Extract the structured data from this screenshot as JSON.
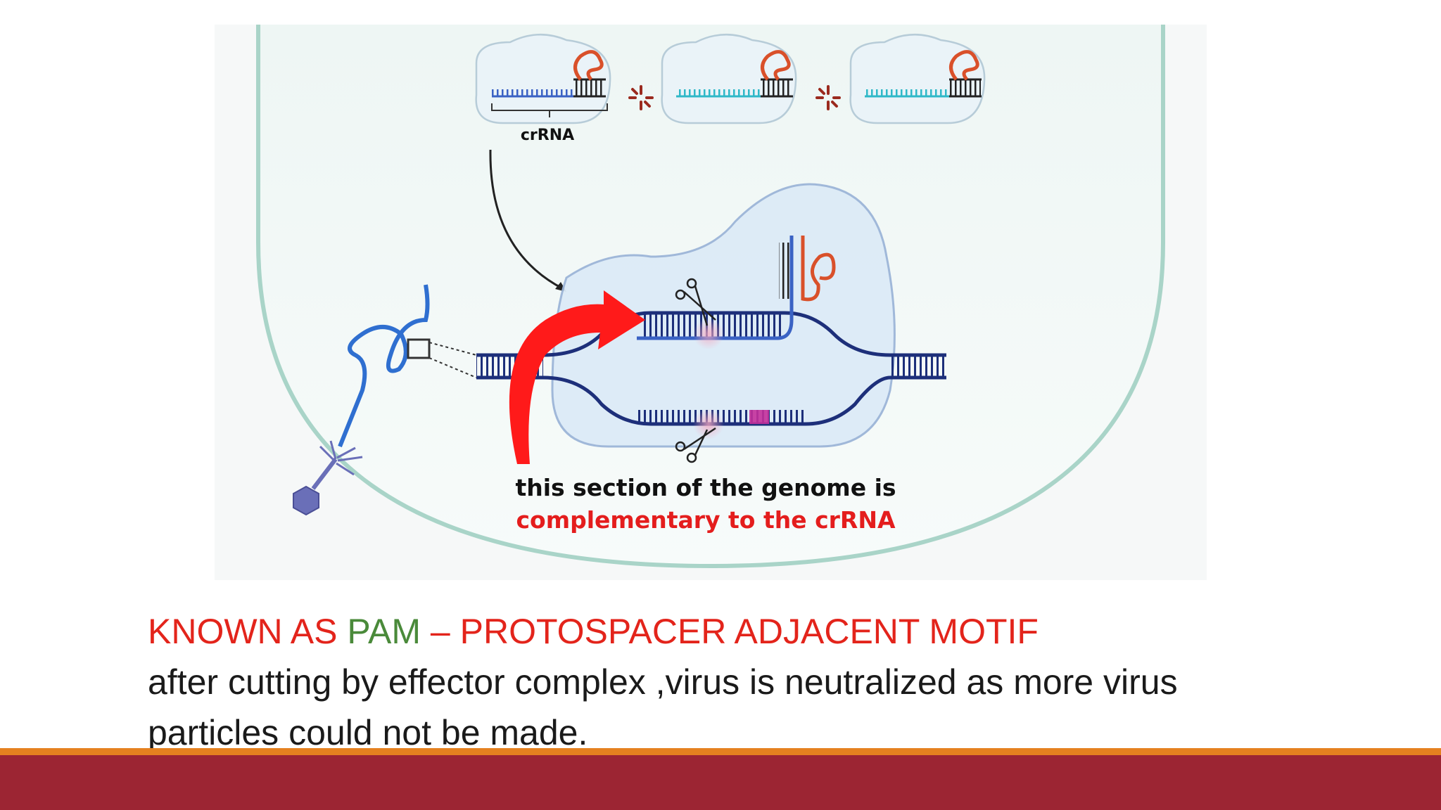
{
  "figure": {
    "crrna_label": "crRNA",
    "callout_line1": "this section of the genome is",
    "callout_line2": "complementary to the crRNA"
  },
  "caption": {
    "heading_part1": "KNOWN AS ",
    "heading_pam": "PAM",
    "heading_part2": " – PROTOSPACER ADJACENT MOTIF",
    "line1": "after cutting by effector complex ,virus is neutralized as more virus",
    "line2": "particles could not be made."
  },
  "colors": {
    "heading_red": "#e3241b",
    "pam_green": "#4a8a3a",
    "footer_orange": "#e5801f",
    "footer_maroon": "#9c2533",
    "dna_dark_blue": "#1d2f7a",
    "crrna_orange": "#d9502a",
    "arrow_red": "#ff1a1a"
  }
}
